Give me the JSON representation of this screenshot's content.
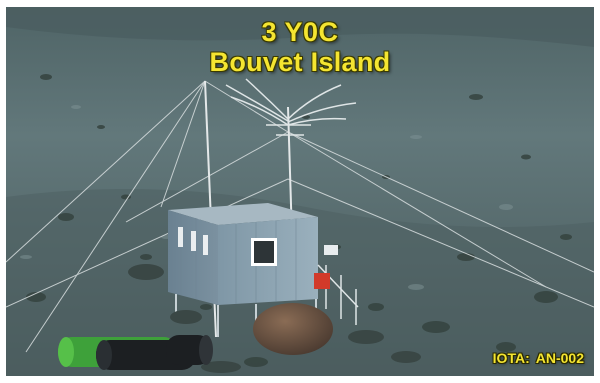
{
  "card": {
    "callsign": "3 Y0C",
    "location": "Bouvet Island",
    "iota_label": "IOTA:",
    "iota_ref": "AN-002",
    "text_color": "#f5e531"
  },
  "scene": {
    "slope_color": "#5b7073",
    "hut_color": "#8fa6b4",
    "antenna_wire_color": "#d9dfe0",
    "drum_green": "#3ea13a",
    "drum_dark": "#1c1f22",
    "rock_brown": "#6a5546"
  }
}
